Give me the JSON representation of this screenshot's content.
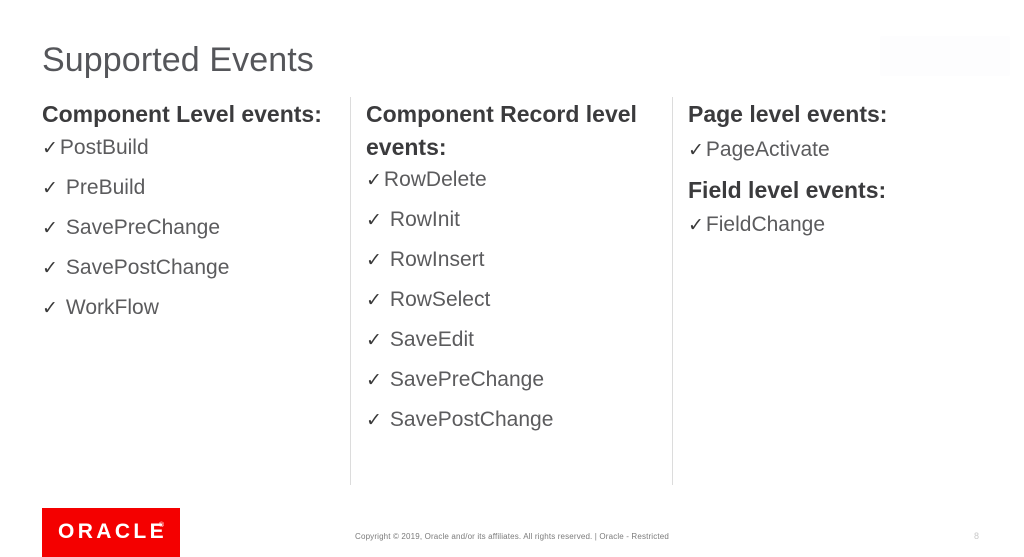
{
  "slide": {
    "title": "Supported Events",
    "page_number": "8",
    "background_color": "#ffffff",
    "title_color": "#55565a",
    "heading_color": "#3b3b3d",
    "body_color": "#5b5b5d",
    "divider_color": "#dcdcdc",
    "brand_color": "#f40000"
  },
  "columns": [
    {
      "heading": "Component Level events:",
      "items": [
        {
          "check": "✓",
          "label": "PostBuild",
          "gap": false
        },
        {
          "check": "✓",
          "label": "PreBuild",
          "gap": true
        },
        {
          "check": "✓",
          "label": "SavePreChange",
          "gap": true
        },
        {
          "check": "✓",
          "label": "SavePostChange",
          "gap": true
        },
        {
          "check": "✓",
          "label": "WorkFlow",
          "gap": true
        }
      ]
    },
    {
      "heading": "Component Record  level events:",
      "items": [
        {
          "check": "✓",
          "label": "RowDelete",
          "gap": false
        },
        {
          "check": "✓",
          "label": "RowInit",
          "gap": true
        },
        {
          "check": "✓",
          "label": "RowInsert",
          "gap": true
        },
        {
          "check": "✓",
          "label": "RowSelect",
          "gap": true
        },
        {
          "check": "✓",
          "label": "SaveEdit",
          "gap": true
        },
        {
          "check": "✓",
          "label": "SavePreChange",
          "gap": true
        },
        {
          "check": "✓",
          "label": "SavePostChange",
          "gap": true
        }
      ]
    },
    {
      "heading": "Page level events:",
      "items": [
        {
          "check": "✓",
          "label": "PageActivate",
          "gap": false
        }
      ],
      "heading_2": "Field level events:",
      "items_2": [
        {
          "check": "✓",
          "label": "FieldChange",
          "gap": false
        }
      ]
    }
  ],
  "footer": {
    "logo_text": "ORACLE",
    "logo_tm": "®",
    "copyright": "Copyright © 2019, Oracle and/or its affiliates. All rights reserved.  |  Oracle - Restricted"
  }
}
